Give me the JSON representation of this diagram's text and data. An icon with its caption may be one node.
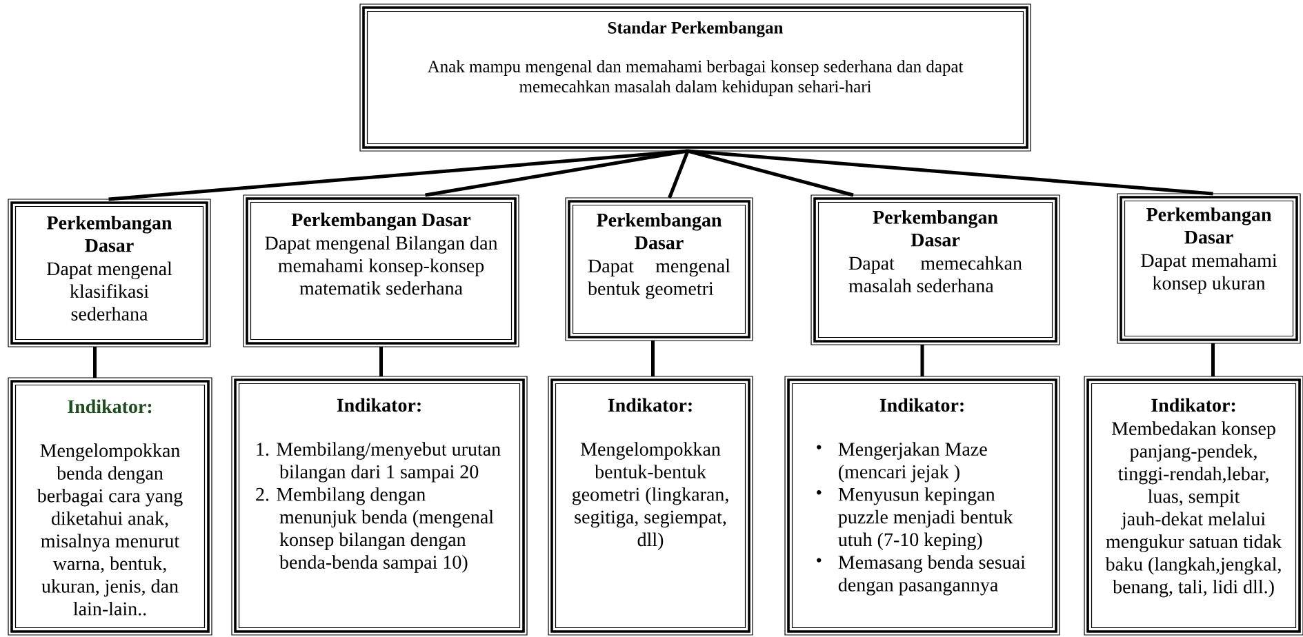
{
  "diagram": {
    "nodes": [
      {
        "text": [
          "Standar Perkembangan",
          "Anak mampu mengenal dan memahami berbagai konsep sederhana dan dapat memecahkan masalah dalam kehidupan sehari-hari"
        ]
      },
      {
        "text": [
          "Perkembangan Dasar",
          "Dapat mengenal klasifikasi sederhana"
        ]
      },
      {
        "text": [
          "Perkembangan Dasar",
          "Dapat mengenal Bilangan dan memahami konsep-konsep matematik sederhana"
        ]
      },
      {
        "text": [
          "Perkembangan Dasar",
          "Dapat mengenal bentuk geometri"
        ]
      },
      {
        "text": [
          "Perkembangan Dasar",
          "Dapat memecahkan masalah sederhana"
        ]
      },
      {
        "text": [
          "Perkembangan Dasar",
          "Dapat memahami konsep ukuran"
        ]
      },
      {
        "text": [
          "Indikator:",
          "Mengelompokkan benda dengan berbagai cara yang diketahui anak, misalnya menurut warna, bentuk, ukuran, jenis, dan lain-lain.."
        ]
      },
      {
        "text": [
          "Indikator:",
          "1. Membilang/menyebut urutan bilangan dari 1 sampai 20",
          "2. Membilang dengan menunjuk benda (mengenal konsep bilangan dengan benda-benda sampai 10)"
        ]
      },
      {
        "text": [
          "Indikator:",
          "Mengelompokkan bentuk-bentuk geometri (lingkaran, segitiga, segiempat, dll)"
        ]
      },
      {
        "text": [
          "Indikator:",
          "Mengerjakan Maze (mencari jejak )",
          "Menyusun kepingan puzzle menjadi bentuk utuh (7-10 keping)",
          "Memasang benda sesuai dengan pasangannya"
        ]
      },
      {
        "text": [
          "Indikator:",
          "Membedakan konsep panjang-pendek, tinggi-rendah,lebar, luas, sempit jauh-dekat melalui mengukur satuan tidak baku (langkah,jengkal, benang, tali, lidi dll.)"
        ]
      }
    ],
    "edges": [
      {
        "from": 0,
        "to": 1,
        "arrow": "none"
      },
      {
        "from": 0,
        "to": 2,
        "arrow": "none"
      },
      {
        "from": 0,
        "to": 3,
        "arrow": "none"
      },
      {
        "from": 0,
        "to": 4,
        "arrow": "none"
      },
      {
        "from": 0,
        "to": 5,
        "arrow": "none"
      },
      {
        "from": 1,
        "to": 6,
        "arrow": "none"
      },
      {
        "from": 2,
        "to": 7,
        "arrow": "none"
      },
      {
        "from": 3,
        "to": 8,
        "arrow": "none"
      },
      {
        "from": 4,
        "to": 9,
        "arrow": "none"
      },
      {
        "from": 5,
        "to": 10,
        "arrow": "none"
      }
    ]
  }
}
